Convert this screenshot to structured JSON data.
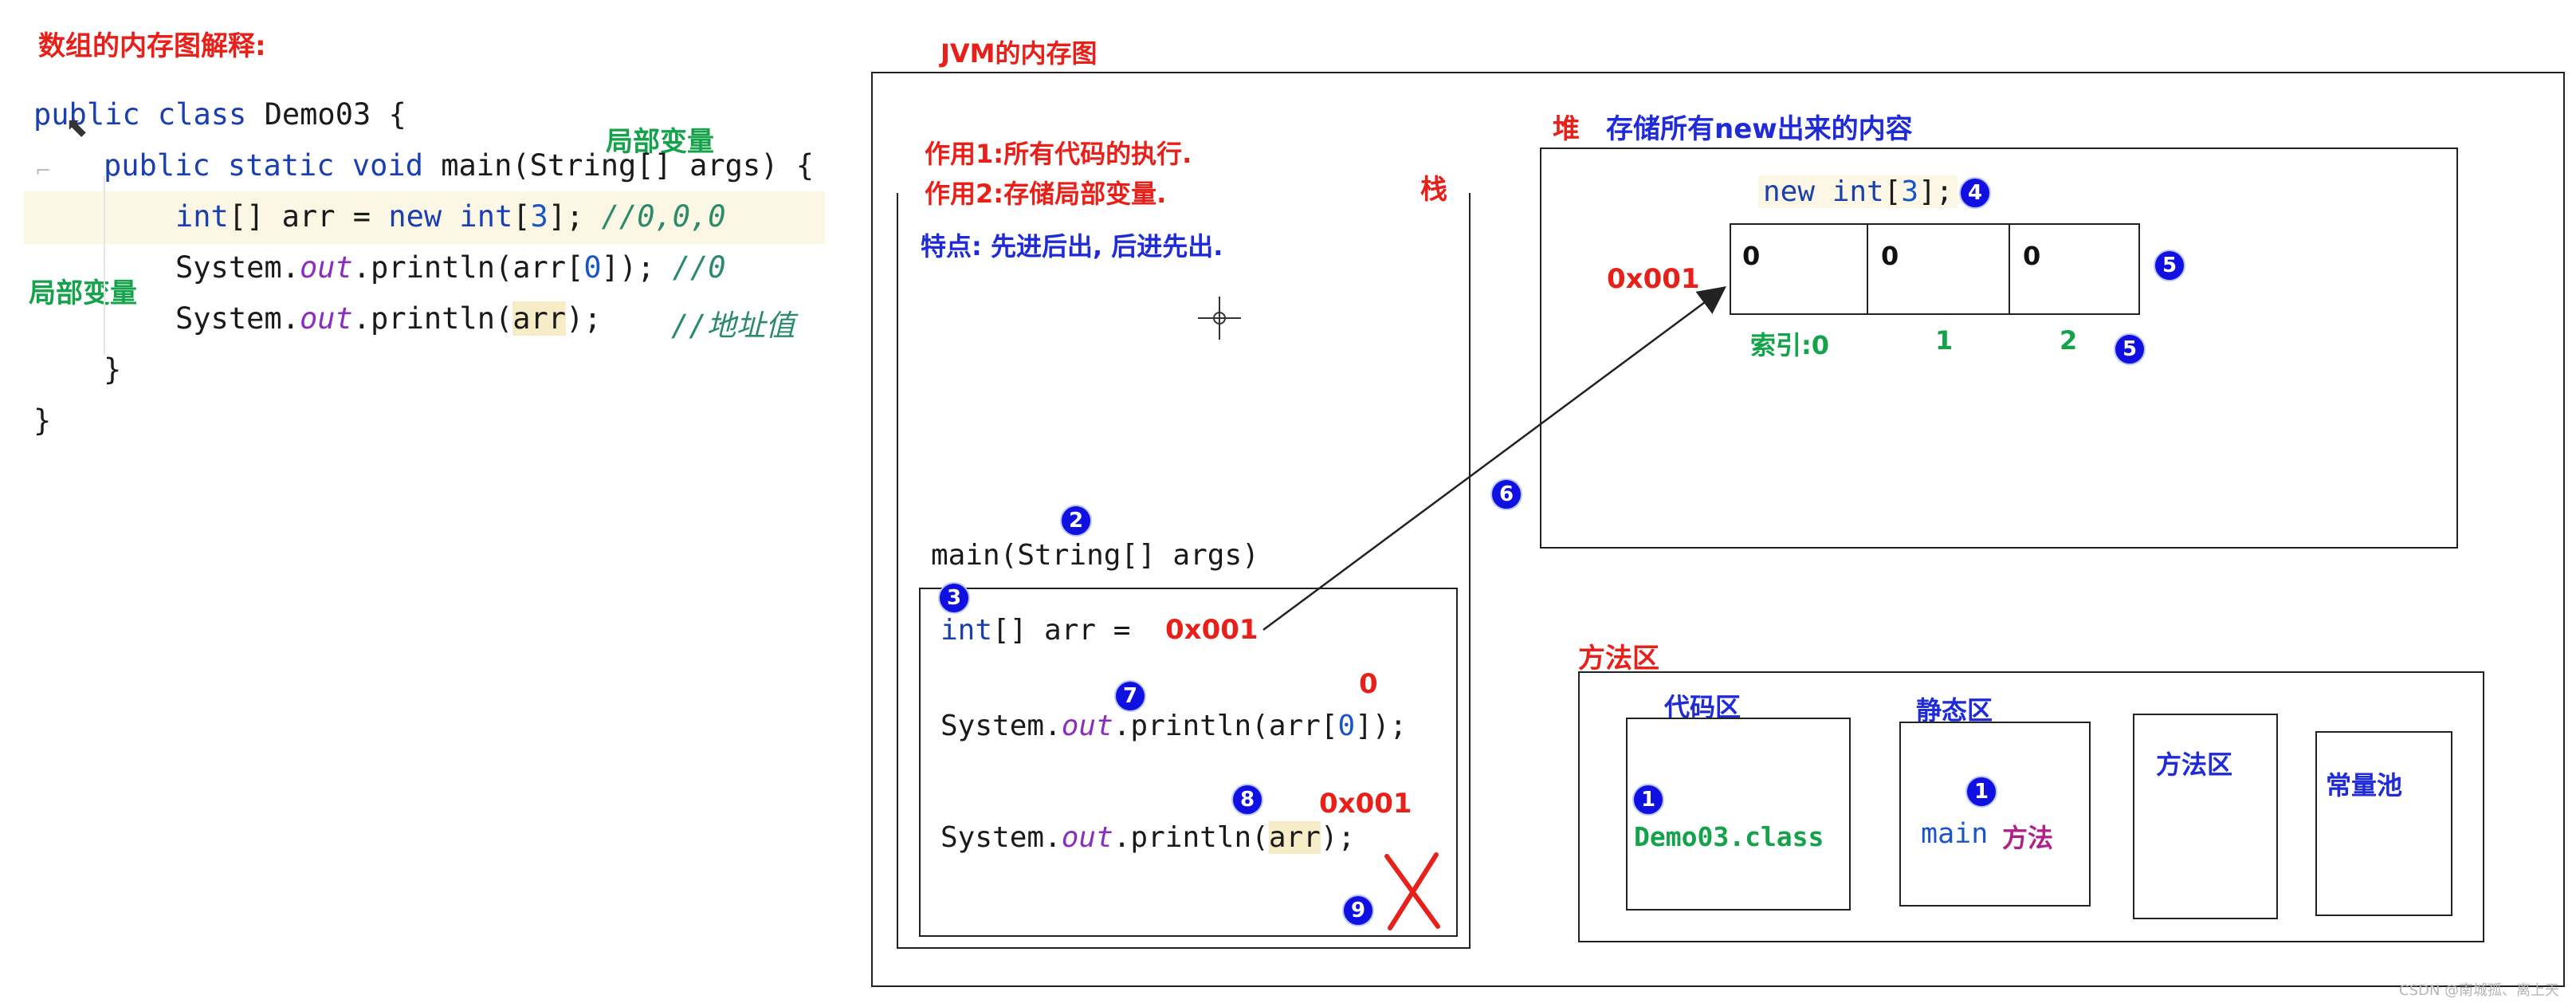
{
  "left": {
    "title": "数组的内存图解释:",
    "label_local_var_top": "局部变量",
    "label_local_var_left": "局部变量",
    "code": {
      "l1_a": "public class",
      "l1_b": " Demo03 {",
      "l2_a": "public static void",
      "l2_b": " main(String[] args) {",
      "l3_a": "int",
      "l3_b": "[] arr = ",
      "l3_c": "new int",
      "l3_d": "[",
      "l3_e": "3",
      "l3_f": "]; ",
      "l3_g": "//0,0,0",
      "l4_a": "System.",
      "l4_b": "out",
      "l4_c": ".println(arr[",
      "l4_d": "0",
      "l4_e": "]); ",
      "l4_f": "//0",
      "l5_a": "System.",
      "l5_b": "out",
      "l5_c": ".println(",
      "l5_d": "arr",
      "l5_e": ");",
      "l5_f": "//地址值",
      "l6": "}",
      "l7": "}"
    }
  },
  "jvm": {
    "title": "JVM的内存图",
    "stack": {
      "role1": "作用1:所有代码的执行.",
      "role2": "作用2:存储局部变量.",
      "label": "栈",
      "feature": "特点: 先进后出, 后进先出.",
      "main_sig": "main(String[] args)",
      "line1_a": "int",
      "line1_b": "[] arr = ",
      "line1_addr": "0x001",
      "val0": "0",
      "line2_a": "System.",
      "line2_b": "out",
      "line2_c": ".println(arr[",
      "line2_d": "0",
      "line2_e": "]);",
      "addr2": "0x001",
      "line3_a": "System.",
      "line3_b": "out",
      "line3_c": ".println(",
      "line3_d": "arr",
      "line3_e": ");"
    },
    "heap": {
      "label": "堆",
      "desc": "存储所有new出来的内容",
      "new_expr_a": "new int",
      "new_expr_b": "[",
      "new_expr_c": "3",
      "new_expr_d": "];",
      "addr": "0x001",
      "cells": [
        "0",
        "0",
        "0"
      ],
      "index_label": "索引:0",
      "index_1": "1",
      "index_2": "2"
    },
    "method_area": {
      "label": "方法区",
      "code_area": "代码区",
      "static_area": "静态区",
      "sub_method_area": "方法区",
      "constant_pool": "常量池",
      "class_file": "Demo03.class",
      "main_a": "main",
      "main_b": "方法"
    },
    "markers": [
      "1",
      "2",
      "3",
      "4",
      "5",
      "6",
      "7",
      "8",
      "9"
    ]
  },
  "watermark": "CSDN @南城孤、离上天",
  "colors": {
    "red": "#e8201a",
    "green": "#14a34a",
    "blue": "#1f2bd6",
    "badge": "#1010e0"
  }
}
